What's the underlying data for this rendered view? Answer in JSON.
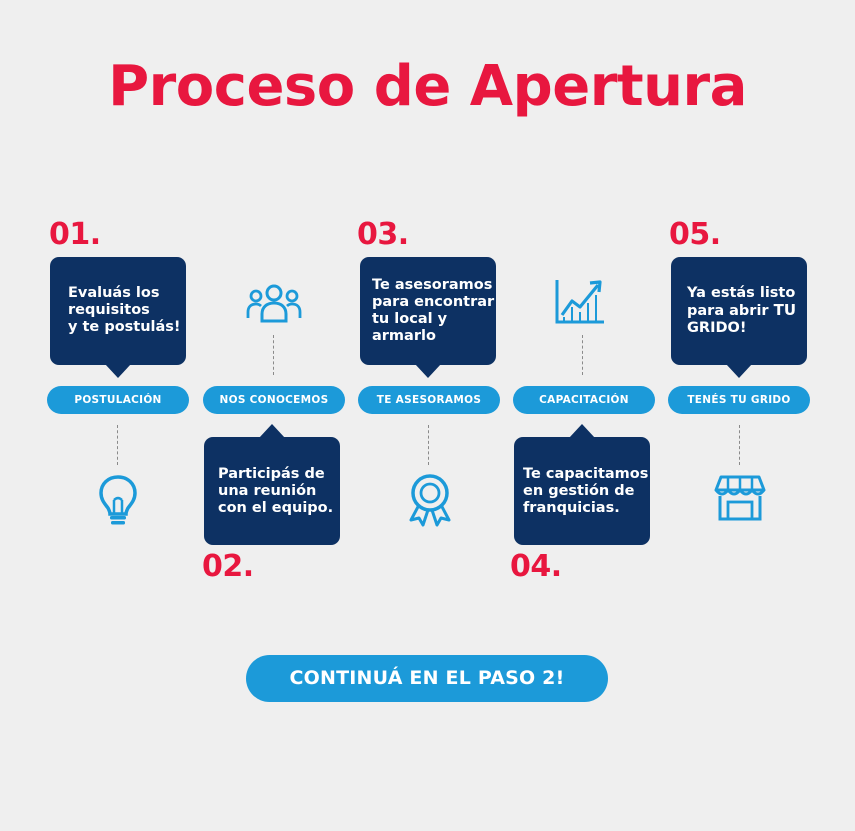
{
  "title": "Proceso de Apertura",
  "steps": [
    {
      "number": "01.",
      "label": "POSTULACIÓN",
      "text_lines": [
        "Evaluás los",
        "requisitos",
        "y te postulás!"
      ],
      "icon": "lightbulb-icon"
    },
    {
      "number": "02.",
      "label": "NOS CONOCEMOS",
      "text_lines": [
        "Participás de",
        "una reunión",
        "con el equipo."
      ],
      "icon": "people-group-icon"
    },
    {
      "number": "03.",
      "label": "TE ASESORAMOS",
      "text_lines": [
        "Te asesoramos",
        "para encontrar",
        "tu local y",
        "armarlo"
      ],
      "icon": "award-ribbon-icon"
    },
    {
      "number": "04.",
      "label": "CAPACITACIÓN",
      "text_lines": [
        "Te capacitamos",
        "en gestión de",
        "franquicias."
      ],
      "icon": "growth-chart-icon"
    },
    {
      "number": "05.",
      "label": "TENÉS TU GRIDO",
      "text_lines": [
        "Ya estás listo",
        "para abrir"
      ],
      "text_emphasis_lines": [
        "TU",
        "GRIDO!"
      ],
      "icon": "storefront-icon"
    }
  ],
  "cta_label": "CONTINUÁ EN EL PASO 2!",
  "colors": {
    "accent_red": "#e8173f",
    "navy": "#0d3163",
    "blue": "#1c9ad9",
    "background": "#efefef"
  }
}
